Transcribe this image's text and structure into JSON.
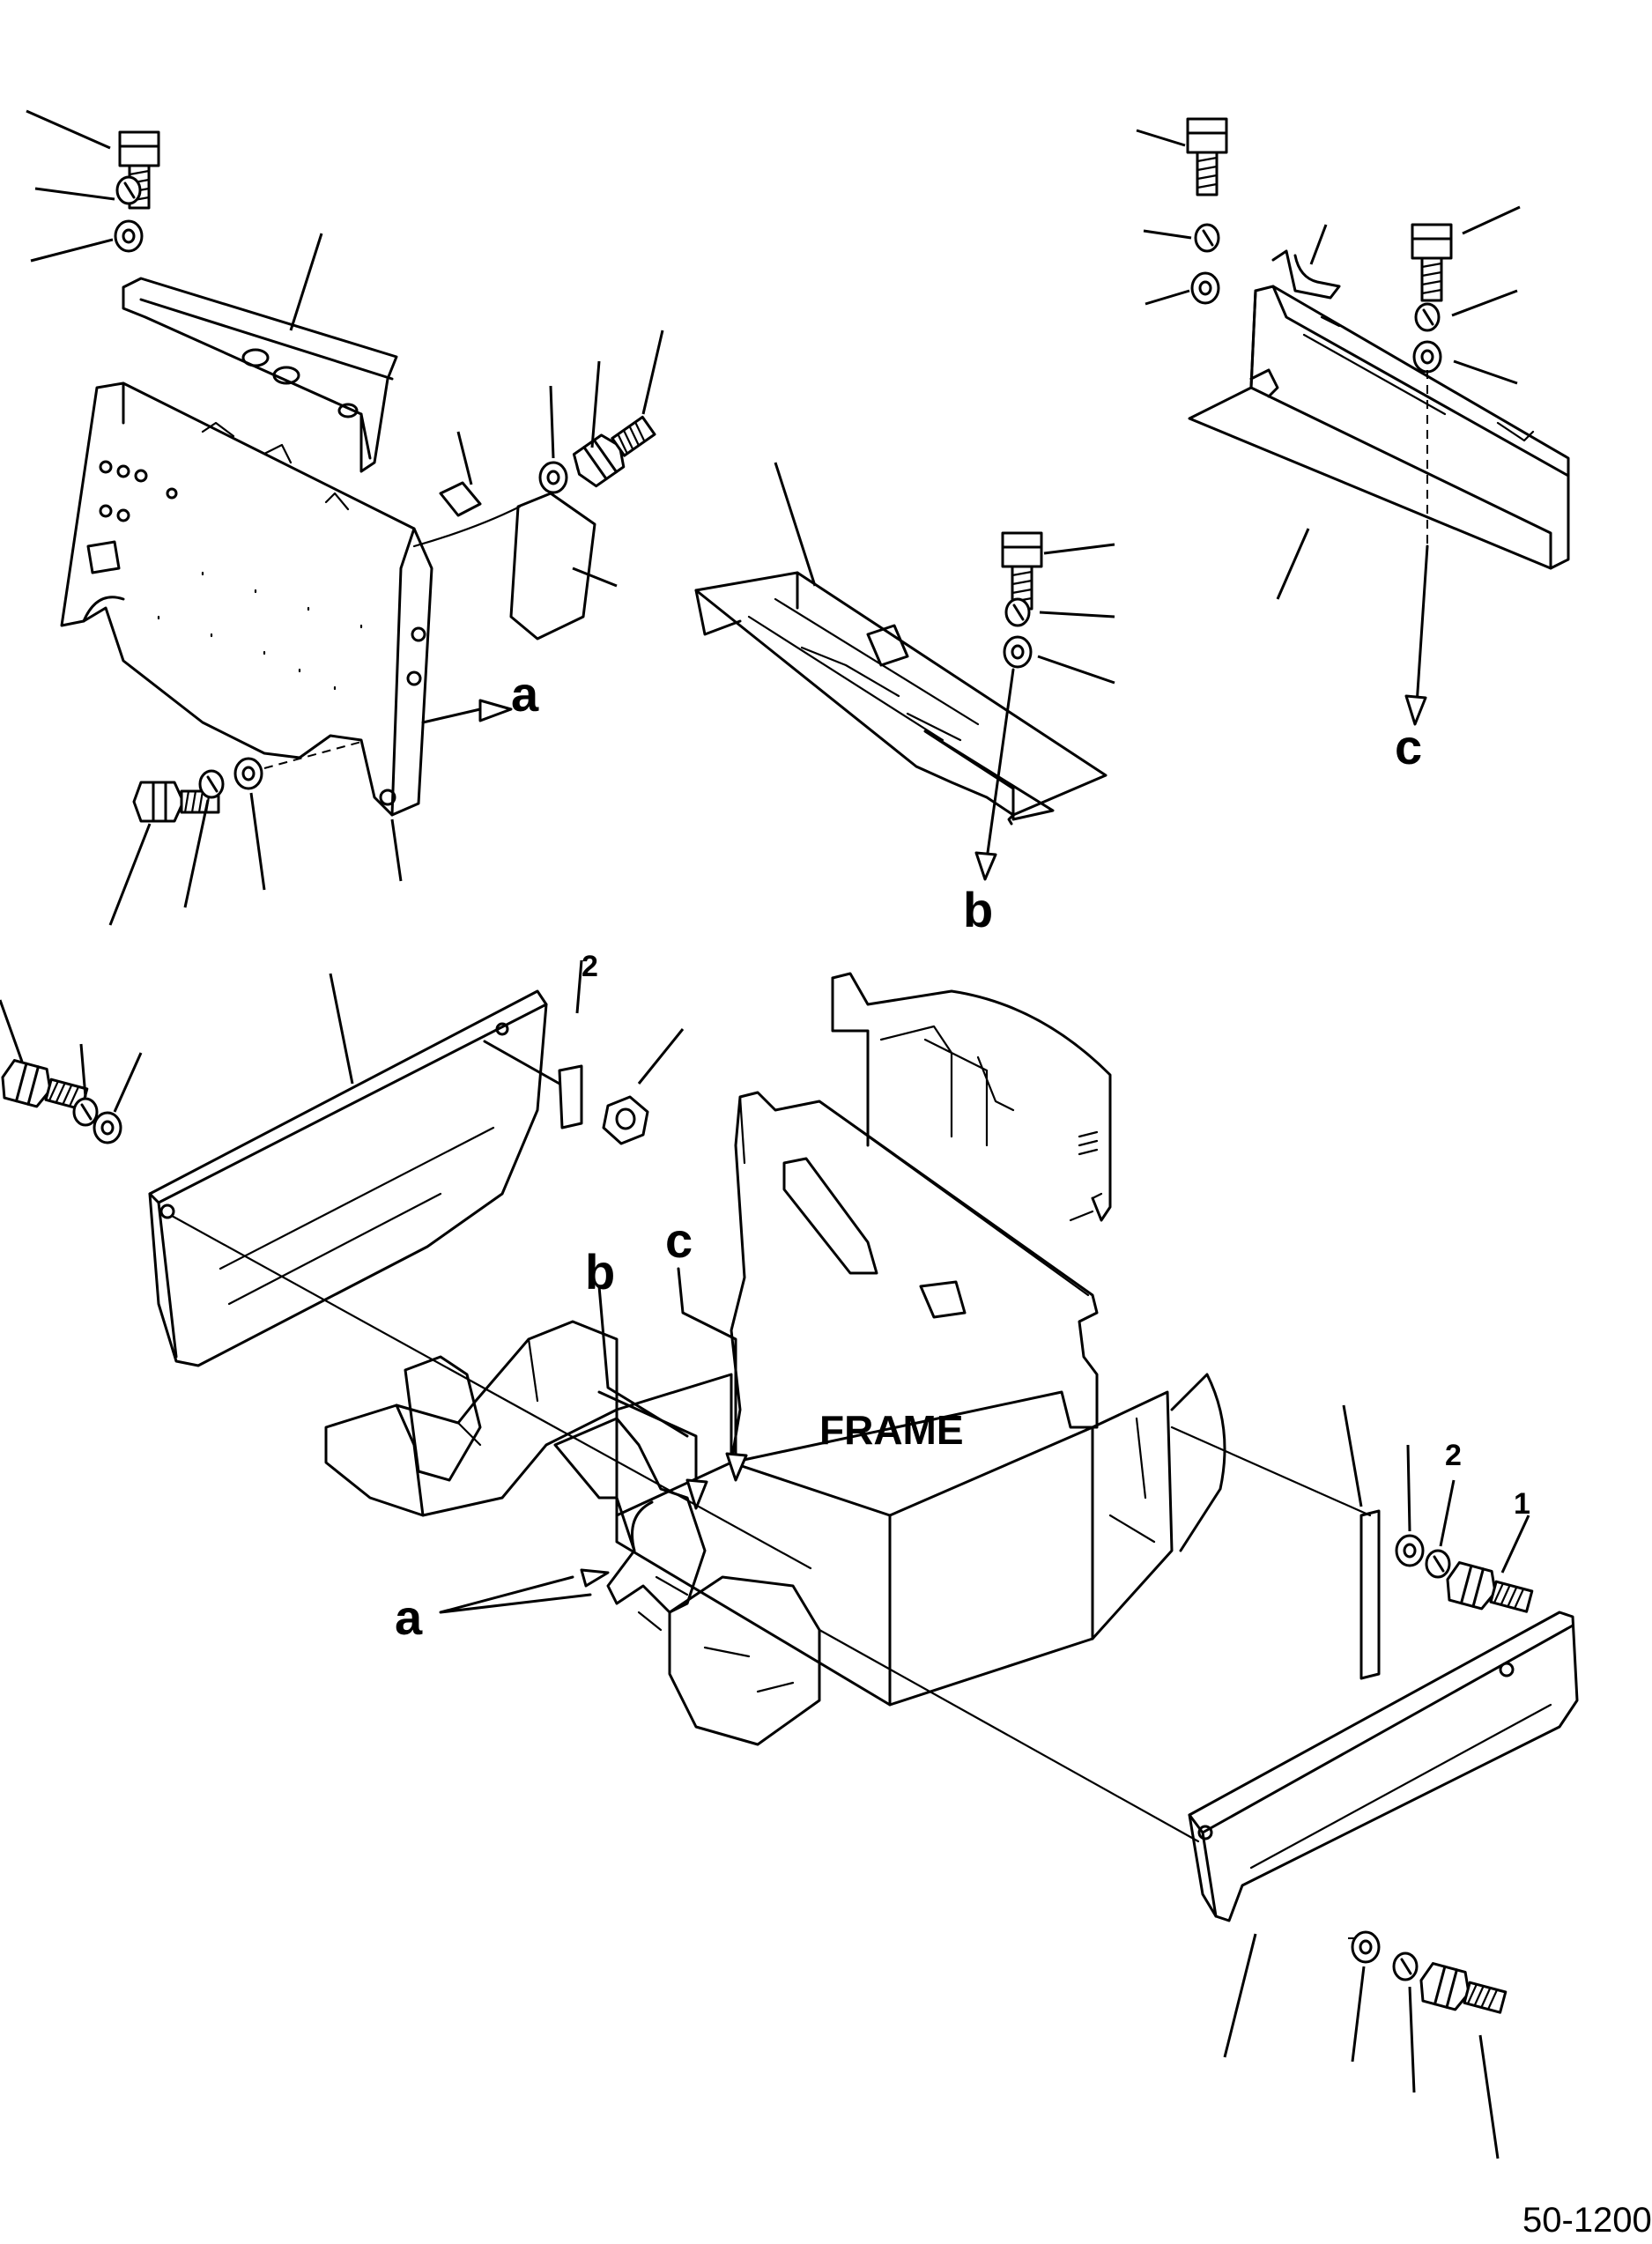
{
  "labels": {
    "ref_a": "a",
    "ref_b": "b",
    "ref_c": "c",
    "frame": "FRAME",
    "page_number": "50-1200",
    "ref_2_upper": "2",
    "ref_2_lower": "2",
    "ref_1_lower": "1"
  },
  "colors": {
    "line": "#000000",
    "background": "#ffffff"
  },
  "icons": {
    "bolt": "bolt-icon",
    "spring_washer": "spring-washer-icon",
    "flat_washer": "flat-washer-icon",
    "nut": "nut-icon",
    "clip": "clip-icon"
  }
}
